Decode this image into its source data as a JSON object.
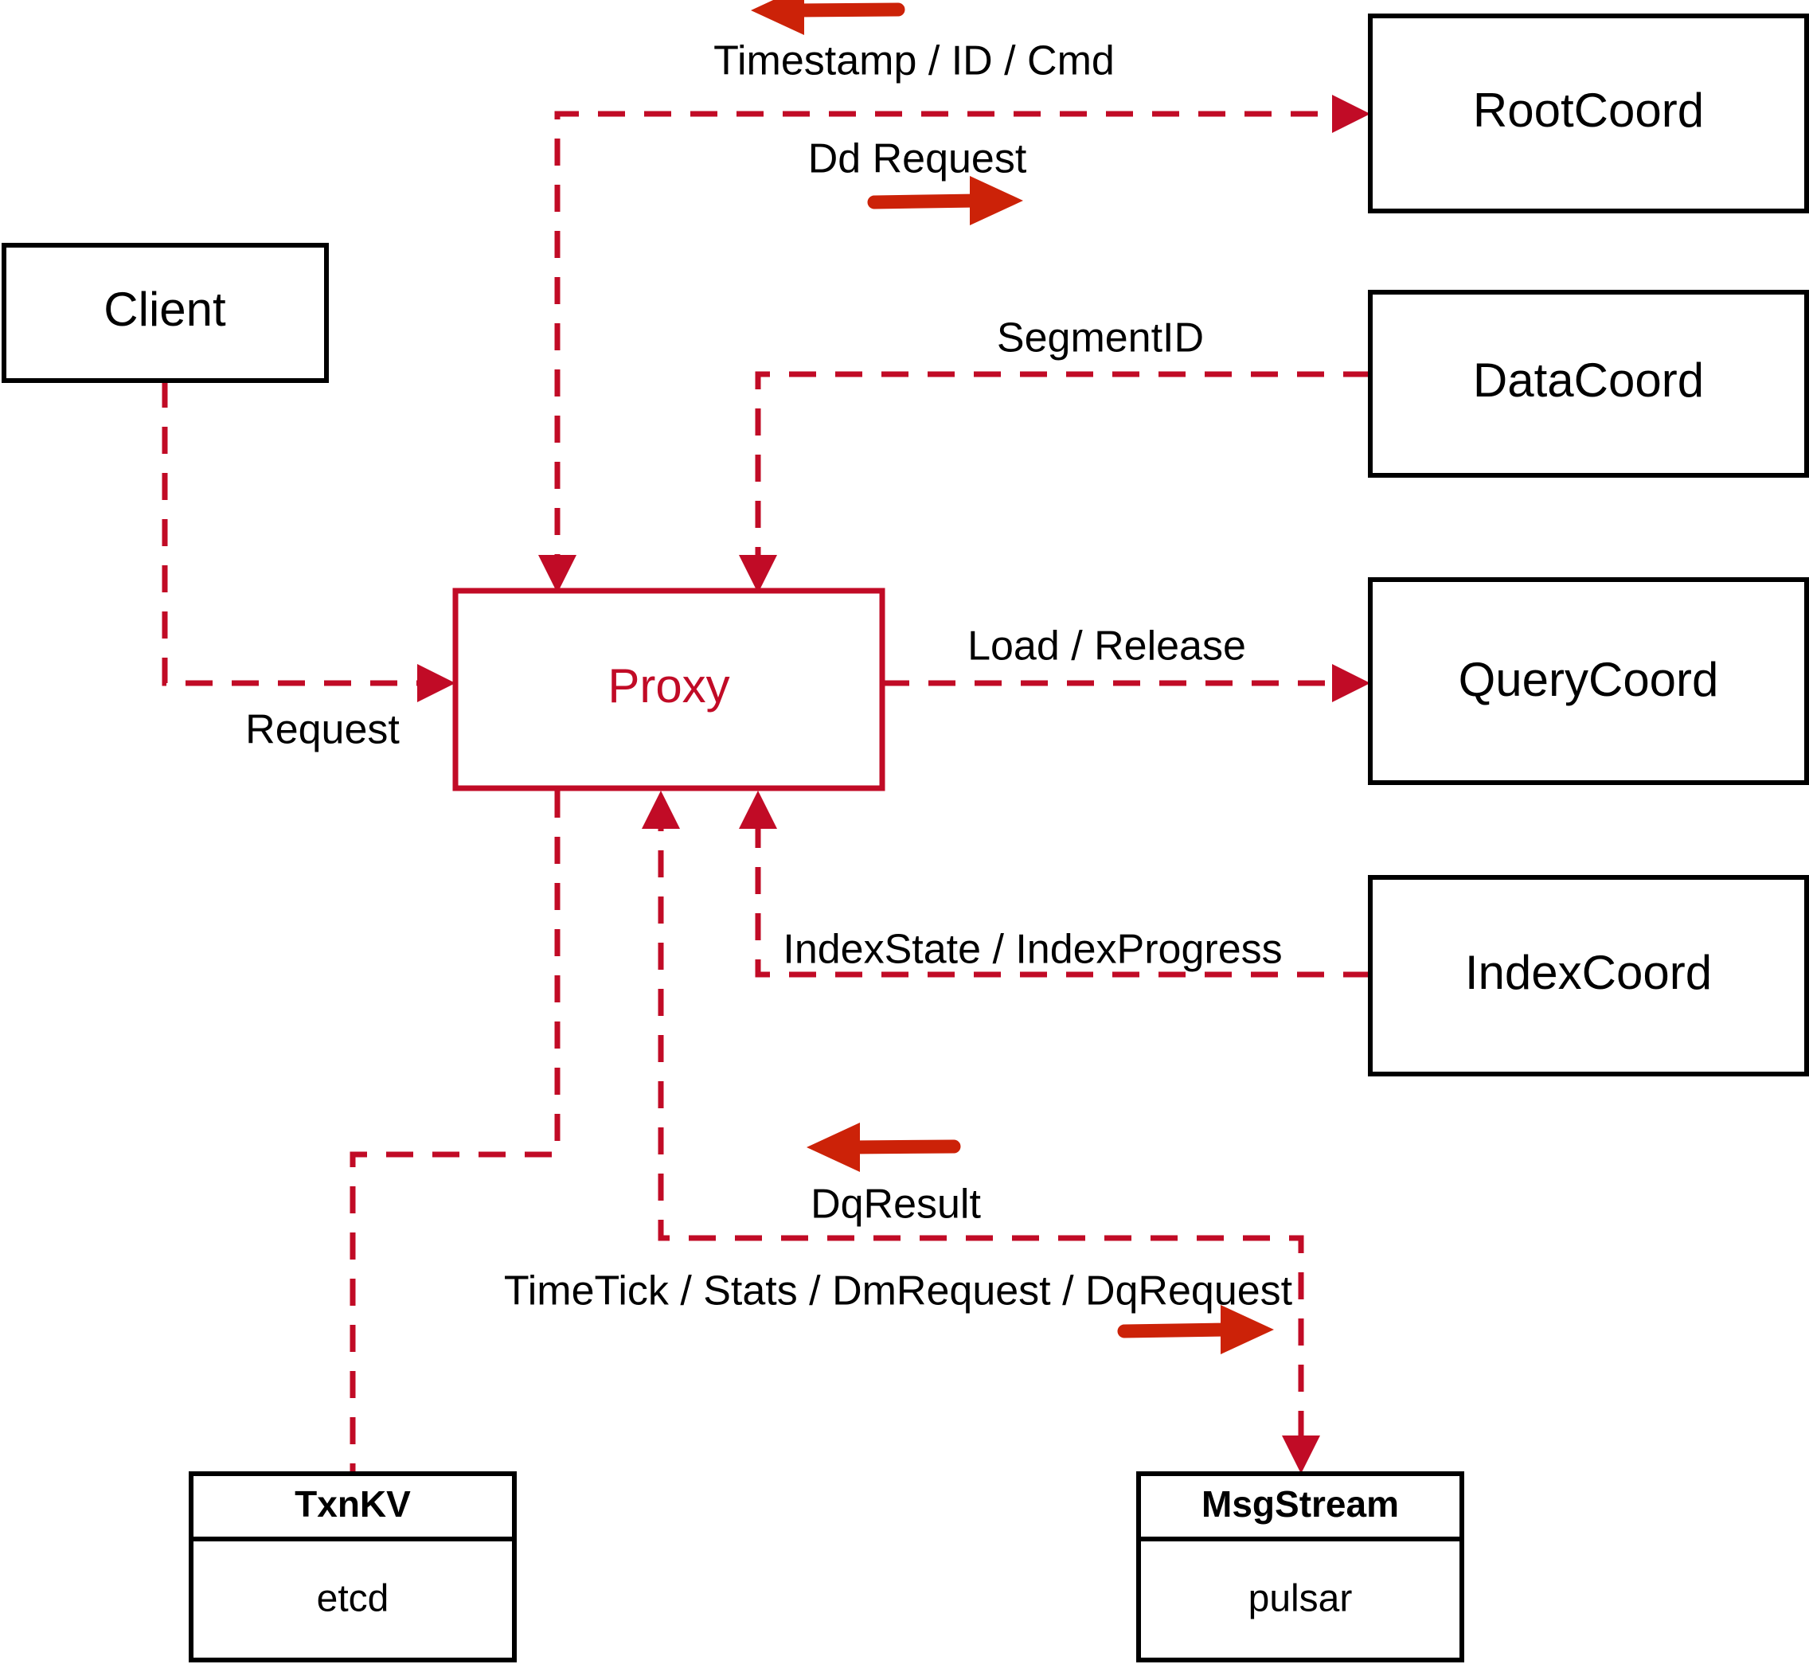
{
  "diagram": {
    "title": "Milvus Proxy interaction diagram",
    "accent_color": "#c10b26",
    "flow_arrow_color": "#cc2208",
    "node_border_color": "#000000",
    "background_color": "#ffffff"
  },
  "nodes": {
    "client": {
      "label": "Client"
    },
    "proxy": {
      "label": "Proxy"
    },
    "root_coord": {
      "label": "RootCoord"
    },
    "data_coord": {
      "label": "DataCoord"
    },
    "query_coord": {
      "label": "QueryCoord"
    },
    "index_coord": {
      "label": "IndexCoord"
    },
    "txnkv": {
      "label": "TxnKV",
      "impl": "etcd"
    },
    "msgstream": {
      "label": "MsgStream",
      "impl": "pulsar"
    }
  },
  "edge_labels": {
    "timestamp_id_cmd": "Timestamp / ID / Cmd",
    "dd_request": "Dd Request",
    "segment_id": "SegmentID",
    "request": "Request",
    "load_release": "Load / Release",
    "index_state_progress": "IndexState / IndexProgress",
    "dq_result": "DqResult",
    "timetick_stats": "TimeTick / Stats / DmRequest / DqRequest"
  },
  "flow_arrows": [
    {
      "name": "timestamp-id-cmd-direction",
      "direction": "left"
    },
    {
      "name": "dd-request-direction",
      "direction": "right"
    },
    {
      "name": "dq-result-direction",
      "direction": "left"
    },
    {
      "name": "dm-dq-request-direction",
      "direction": "right"
    }
  ]
}
